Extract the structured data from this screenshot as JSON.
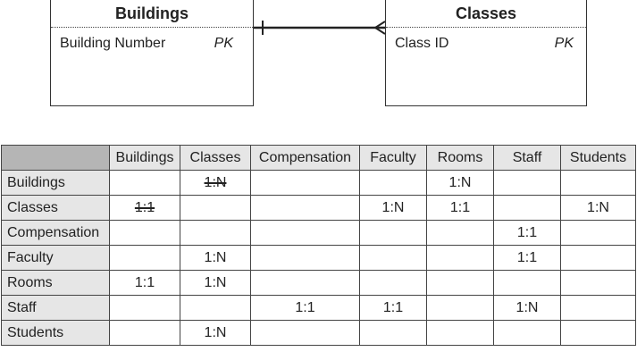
{
  "er_diagram": {
    "entities": [
      {
        "name": "Buildings",
        "attributes": [
          {
            "name": "Building Number",
            "key": "PK"
          }
        ]
      },
      {
        "name": "Classes",
        "attributes": [
          {
            "name": "Class ID",
            "key": "PK"
          }
        ]
      }
    ],
    "relationship": {
      "from": "Buildings",
      "to": "Classes",
      "from_end": "one",
      "to_end": "many"
    }
  },
  "matrix": {
    "columns": [
      "Buildings",
      "Classes",
      "Compensation",
      "Faculty",
      "Rooms",
      "Staff",
      "Students"
    ],
    "rows": [
      {
        "label": "Buildings",
        "cells": [
          "",
          "1:N",
          "",
          "",
          "1:N",
          "",
          ""
        ],
        "struck": [
          false,
          true,
          false,
          false,
          false,
          false,
          false
        ]
      },
      {
        "label": "Classes",
        "cells": [
          "1:1",
          "",
          "",
          "1:N",
          "1:1",
          "",
          "1:N"
        ],
        "struck": [
          true,
          false,
          false,
          false,
          false,
          false,
          false
        ]
      },
      {
        "label": "Compensation",
        "cells": [
          "",
          "",
          "",
          "",
          "",
          "1:1",
          ""
        ],
        "struck": [
          false,
          false,
          false,
          false,
          false,
          false,
          false
        ]
      },
      {
        "label": "Faculty",
        "cells": [
          "",
          "1:N",
          "",
          "",
          "",
          "1:1",
          ""
        ],
        "struck": [
          false,
          false,
          false,
          false,
          false,
          false,
          false
        ]
      },
      {
        "label": "Rooms",
        "cells": [
          "1:1",
          "1:N",
          "",
          "",
          "",
          "",
          ""
        ],
        "struck": [
          false,
          false,
          false,
          false,
          false,
          false,
          false
        ]
      },
      {
        "label": "Staff",
        "cells": [
          "",
          "",
          "1:1",
          "1:1",
          "",
          "1:N",
          ""
        ],
        "struck": [
          false,
          false,
          false,
          false,
          false,
          false,
          false
        ]
      },
      {
        "label": "Students",
        "cells": [
          "",
          "1:N",
          "",
          "",
          "",
          "",
          ""
        ],
        "struck": [
          false,
          false,
          false,
          false,
          false,
          false,
          false
        ]
      }
    ]
  }
}
